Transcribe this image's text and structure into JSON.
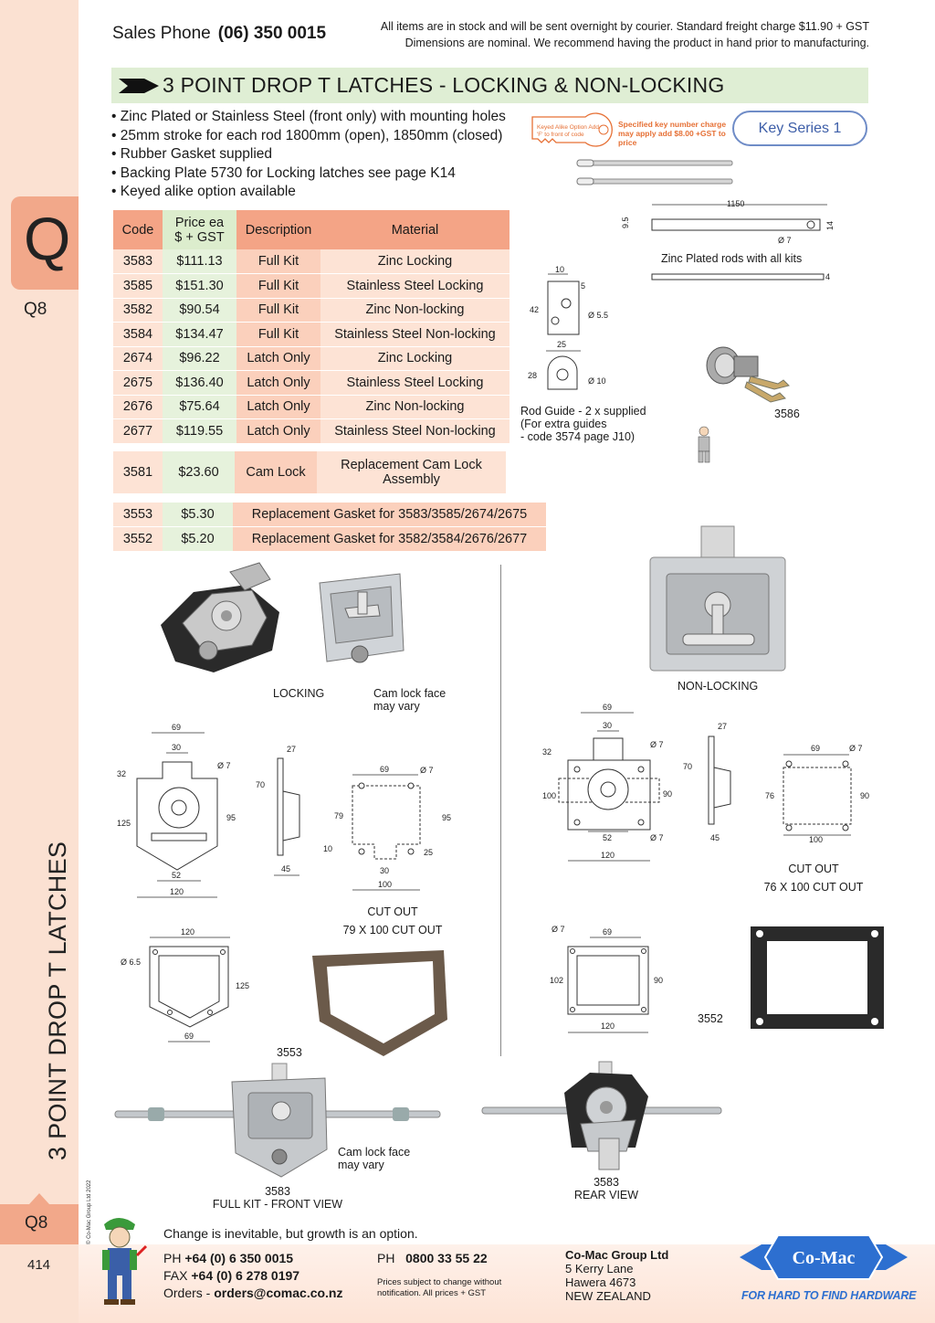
{
  "sidebar": {
    "tab_letter": "Q",
    "tab_code": "Q8",
    "vertical_title": "3 POINT DROP T LATCHES",
    "copyright": "© Co-Mac Group Ltd 2022",
    "bottom_code": "Q8",
    "page_number": "414"
  },
  "header": {
    "sales_label": "Sales Phone",
    "sales_phone": "(06) 350 0015",
    "notice_line1": "All items are in stock and will be sent overnight by courier. Standard freight charge $11.90 + GST",
    "notice_line2": "Dimensions are nominal. We recommend having the product in hand prior to manufacturing."
  },
  "section_title": "3 POINT DROP T LATCHES - LOCKING & NON-LOCKING",
  "bullets": [
    "Zinc Plated or Stainless Steel (front only) with mounting holes",
    "25mm stroke for each rod 1800mm (open), 1850mm (closed)",
    "Rubber Gasket supplied",
    "Backing Plate 5730 for Locking latches see page K14",
    "Keyed alike option available"
  ],
  "key_tag": {
    "left_text": "Keyed Alike Option Add 'F' to front of code",
    "right_text": "Specified key number charge may apply add $8.00 +GST to price"
  },
  "key_series_button": "Key Series 1",
  "table": {
    "headers": {
      "code": "Code",
      "price_l1": "Price ea",
      "price_l2": "$ + GST",
      "description": "Description",
      "material": "Material"
    },
    "rows": [
      {
        "code": "3583",
        "price": "$111.13",
        "description": "Full Kit",
        "material": "Zinc Locking"
      },
      {
        "code": "3585",
        "price": "$151.30",
        "description": "Full Kit",
        "material": "Stainless Steel Locking"
      },
      {
        "code": "3582",
        "price": "$90.54",
        "description": "Full Kit",
        "material": "Zinc Non-locking"
      },
      {
        "code": "3584",
        "price": "$134.47",
        "description": "Full Kit",
        "material": "Stainless Steel Non-locking"
      },
      {
        "code": "2674",
        "price": "$96.22",
        "description": "Latch Only",
        "material": "Zinc Locking"
      },
      {
        "code": "2675",
        "price": "$136.40",
        "description": "Latch Only",
        "material": "Stainless Steel Locking"
      },
      {
        "code": "2676",
        "price": "$75.64",
        "description": "Latch Only",
        "material": "Zinc Non-locking"
      },
      {
        "code": "2677",
        "price": "$119.55",
        "description": "Latch Only",
        "material": "Stainless Steel Non-locking"
      }
    ],
    "cam_lock": {
      "code": "3581",
      "price": "$23.60",
      "description": "Cam Lock",
      "material_l1": "Replacement Cam Lock",
      "material_l2": "Assembly"
    },
    "gaskets": [
      {
        "code": "3553",
        "price": "$5.30",
        "description": "Replacement Gasket for 3583/3585/2674/2675"
      },
      {
        "code": "3552",
        "price": "$5.20",
        "description": "Replacement Gasket for 3582/3584/2676/2677"
      }
    ]
  },
  "rod": {
    "length": "1150",
    "width": "14",
    "height": "9.5",
    "hole": "Ø 7",
    "thickness": "4",
    "caption": "Zinc Plated rods with all kits"
  },
  "rod_guide": {
    "d_top": "10",
    "d_right": "5",
    "d_height": "42",
    "d_hole": "Ø 5.5",
    "d_width": "25",
    "d_height2": "28",
    "d_hole2": "Ø 10",
    "caption_l1": "Rod Guide - 2 x supplied",
    "caption_l2": "(For extra guides",
    "caption_l3": " - code 3574 page J10)"
  },
  "cam_lock_code": "3586",
  "labels": {
    "locking": "LOCKING",
    "cam_face_l1": "Cam lock face",
    "cam_face_l2": "may vary",
    "non_locking": "NON-LOCKING",
    "cut_out": "CUT OUT",
    "cut_out_locking": "79 X 100 CUT OUT",
    "cut_out2": "CUT OUT",
    "cut_out_nonlocking": "76 X 100 CUT OUT",
    "gasket_3553": "3553",
    "gasket_3552": "3552",
    "kit_front_code": "3583",
    "kit_front": "FULL KIT - FRONT VIEW",
    "kit_rear_code": "3583",
    "kit_rear": "REAR VIEW",
    "cam_face2_l1": "Cam lock face",
    "cam_face2_l2": "may vary"
  },
  "locking_dims": {
    "w69": "69",
    "w30": "30",
    "hole": "Ø 7",
    "h32": "32",
    "h125": "125",
    "h95": "95",
    "w52": "52",
    "w120": "120",
    "d27": "27",
    "d70": "70",
    "d45": "45",
    "c69": "69",
    "chole": "Ø 7",
    "c79": "79",
    "c95": "95",
    "c10": "10",
    "c25": "25",
    "c30": "30",
    "c100": "100"
  },
  "nonlocking_dims": {
    "w69": "69",
    "w30": "30",
    "hole": "Ø 7",
    "h32": "32",
    "h100": "100",
    "h70": "70",
    "h90": "90",
    "w52": "52",
    "hole2": "Ø 7",
    "w120": "120",
    "d27": "27",
    "d45": "45",
    "c69": "69",
    "chole": "Ø 7",
    "c76": "76",
    "c90": "90",
    "c100": "100"
  },
  "gasket_locking_dims": {
    "w120": "120",
    "hole": "Ø 6.5",
    "h125": "125",
    "w69": "69"
  },
  "gasket_nonlocking_dims": {
    "hole": "Ø 7",
    "w69": "69",
    "h102": "102",
    "h90": "90",
    "w120": "120"
  },
  "footer": {
    "tagline": "Change is inevitable, but growth is an option.",
    "ph_label": "PH",
    "ph": "+64 (0) 6 350 0015",
    "fax_label": "FAX",
    "fax": "+64 (0) 6 278 0197",
    "orders_label": "Orders -",
    "orders": "orders@comac.co.nz",
    "ph2_label": "PH",
    "ph2": "0800 33 55 22",
    "prices_note_l1": "Prices subject to change without",
    "prices_note_l2": "notification. All prices + GST",
    "company": "Co-Mac Group Ltd",
    "addr1": "5 Kerry Lane",
    "addr2": "Hawera 4673",
    "addr3": "NEW ZEALAND",
    "logo_text": "Co-Mac",
    "logo_tagline": "FOR HARD TO FIND HARDWARE"
  },
  "colors": {
    "accent": "#f4a486",
    "green": "#dfeed4",
    "blue": "#3d5ea8"
  }
}
